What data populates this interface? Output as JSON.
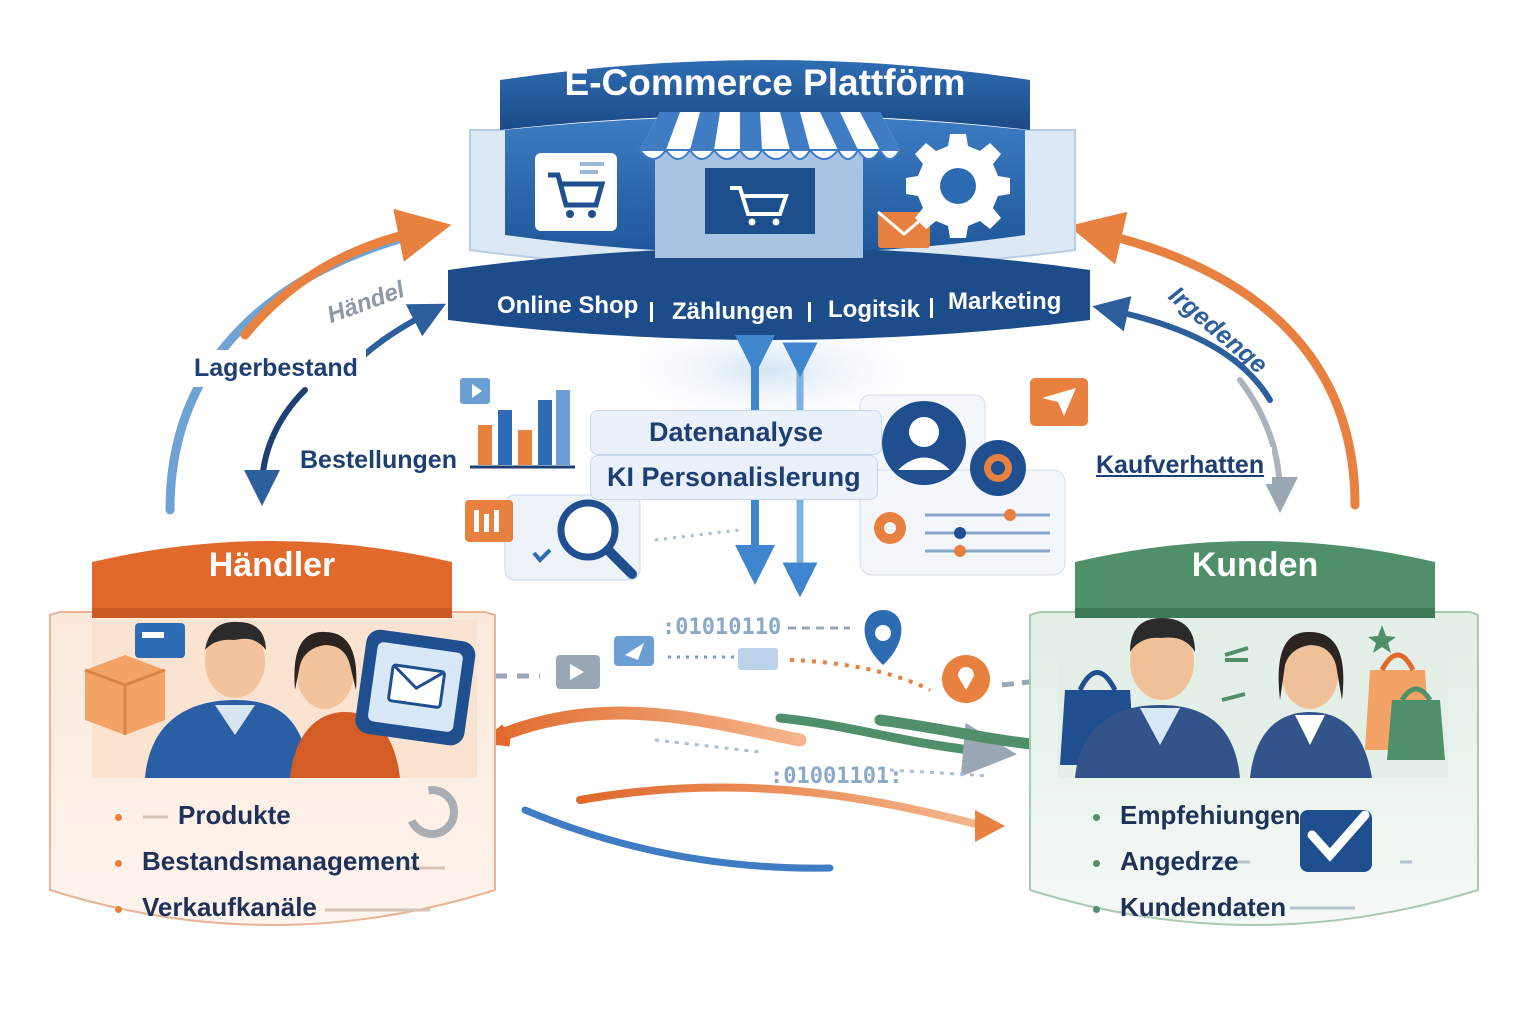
{
  "platform": {
    "title": "E-Commerce Plattförm",
    "services": [
      "Online Shop",
      "Zählungen",
      "Logitsik",
      "Marketing"
    ]
  },
  "flows": {
    "top_left": "Händel",
    "lagerbestand": "Lagerbestand",
    "bestellungen": "Bestellungen",
    "top_right": "Irgedenge",
    "kaufverhalten": "Kaufverhatten"
  },
  "center": {
    "line1": "Datenanalyse",
    "line2": "KI Personalislerung",
    "binary_top": ":01010110",
    "binary_bottom": ":01001101:"
  },
  "haendler": {
    "title": "Händler",
    "items": [
      "Produkte",
      "Bestandsmanagement",
      "Verkaufkanäle"
    ]
  },
  "kunden": {
    "title": "Kunden",
    "items": [
      "Empfehiungen",
      "Angedrze",
      "Kundendaten"
    ]
  },
  "colors": {
    "blue_dark": "#1f4f8f",
    "blue": "#2d6cb3",
    "orange": "#e0692b",
    "green": "#4f8f6a"
  }
}
